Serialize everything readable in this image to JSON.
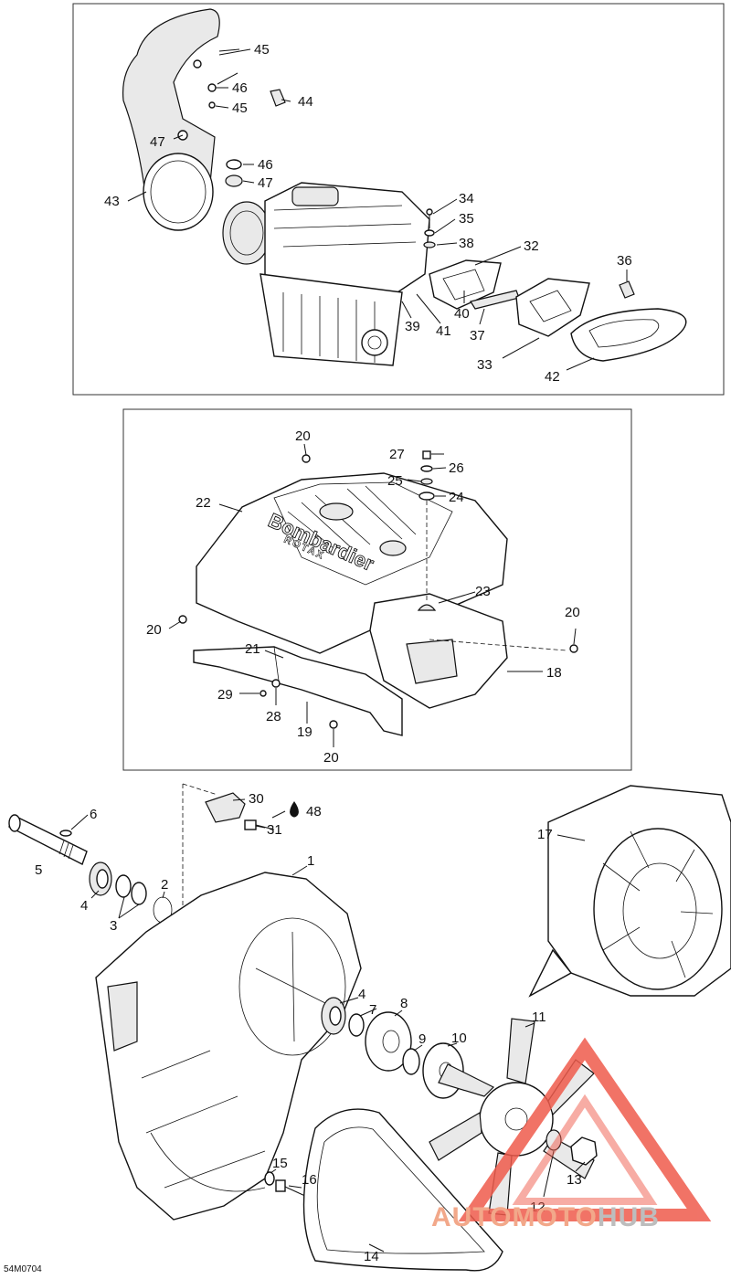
{
  "diagram_code": "54M0704",
  "watermark": {
    "part1": "AUTOMOTO",
    "part2": "HUB",
    "color1": "#f2a88a",
    "color2": "#bdbdbd",
    "mark_color": "#ef5b4c"
  },
  "callouts": {
    "c45a": "45",
    "c46a": "46",
    "c44": "44",
    "c45b": "45",
    "c47a": "47",
    "c46b": "46",
    "c47b": "47",
    "c43": "43",
    "c34": "34",
    "c35": "35",
    "c38": "38",
    "c32": "32",
    "c36": "36",
    "c40": "40",
    "c39": "39",
    "c41": "41",
    "c37": "37",
    "c33": "33",
    "c42": "42",
    "c20a": "20",
    "c27": "27",
    "c26": "26",
    "c25": "25",
    "c24": "24",
    "c22": "22",
    "c23": "23",
    "c20b": "20",
    "c20c": "20",
    "c21": "21",
    "c18": "18",
    "c29": "29",
    "c28": "28",
    "c19": "19",
    "c20d": "20",
    "c30": "30",
    "c48": "48",
    "c31": "31",
    "c6": "6",
    "c5": "5",
    "c4a": "4",
    "c2": "2",
    "c3": "3",
    "c1": "1",
    "c17": "17",
    "c4b": "4",
    "c8": "8",
    "c7": "7",
    "c9": "9",
    "c10": "10",
    "c11": "11",
    "c15": "15",
    "c16": "16",
    "c13": "13",
    "c12": "12",
    "c14": "14"
  },
  "embossed_text": {
    "brand": "Bombardier",
    "sub": "ROTAX"
  }
}
